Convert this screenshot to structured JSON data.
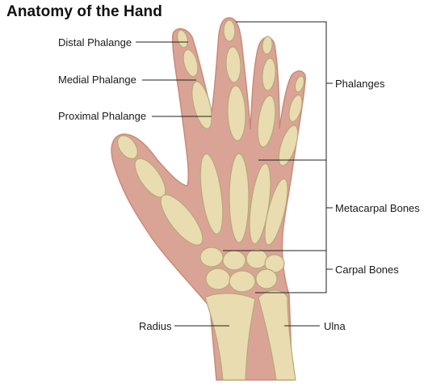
{
  "title": "Anatomy of the Hand",
  "labels": {
    "distal_phalange": "Distal Phalange",
    "medial_phalange": "Medial Phalange",
    "proximal_phalange": "Proximal Phalange",
    "phalanges": "Phalanges",
    "metacarpal_bones": "Metacarpal Bones",
    "carpal_bones": "Carpal Bones",
    "radius": "Radius",
    "ulna": "Ulna"
  },
  "colors": {
    "skin": "#d9a495",
    "skin_edge": "#c98a7a",
    "bone": "#e8dcb0",
    "bone_edge": "#b8a878",
    "leader": "#222222"
  }
}
